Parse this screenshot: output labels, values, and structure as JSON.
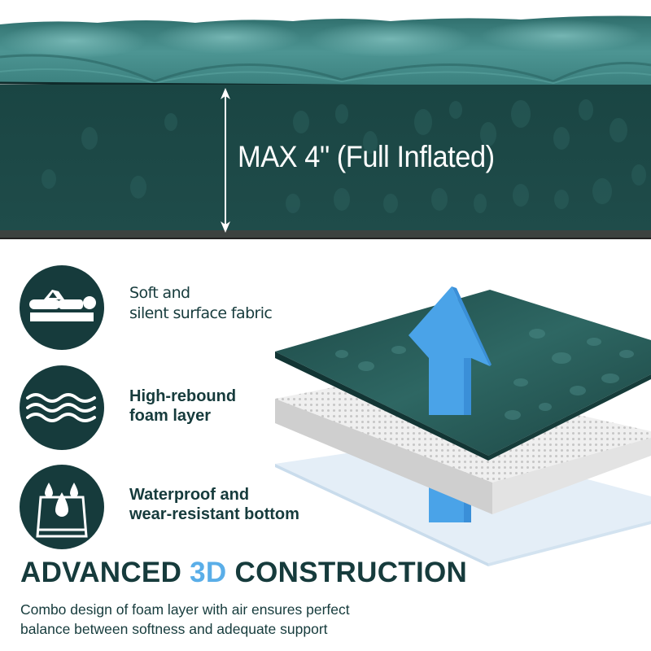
{
  "hero": {
    "height_label": "MAX 4\" (Full Inflated)",
    "arrow_icon": "double-headed-vertical-arrow"
  },
  "features": [
    {
      "icon": "person-lying-on-mattress-icon",
      "line1": "Soft and",
      "line2": "silent surface fabric"
    },
    {
      "icon": "waves-icon",
      "line1": "High-rebound",
      "line2": "foam layer"
    },
    {
      "icon": "water-drops-on-base-icon",
      "line1": "Waterproof and",
      "line2": "wear-resistant bottom"
    }
  ],
  "layers_diagram": {
    "layers": [
      "surface fabric",
      "foam layer",
      "bottom layer"
    ],
    "arrow_icon": "up-arrow"
  },
  "headline": {
    "part1": "ADVANCED ",
    "accent": "3D",
    "part2": " CONSTRUCTION"
  },
  "subtext": {
    "line1": "Combo design of foam layer with air ensures perfect",
    "line2": "balance between softness and adequate support"
  },
  "colors": {
    "dark_teal": "#163b3c",
    "accent_blue": "#5aaee8",
    "mattress_side": "#1d4a48",
    "mattress_top": "#3f8583"
  }
}
